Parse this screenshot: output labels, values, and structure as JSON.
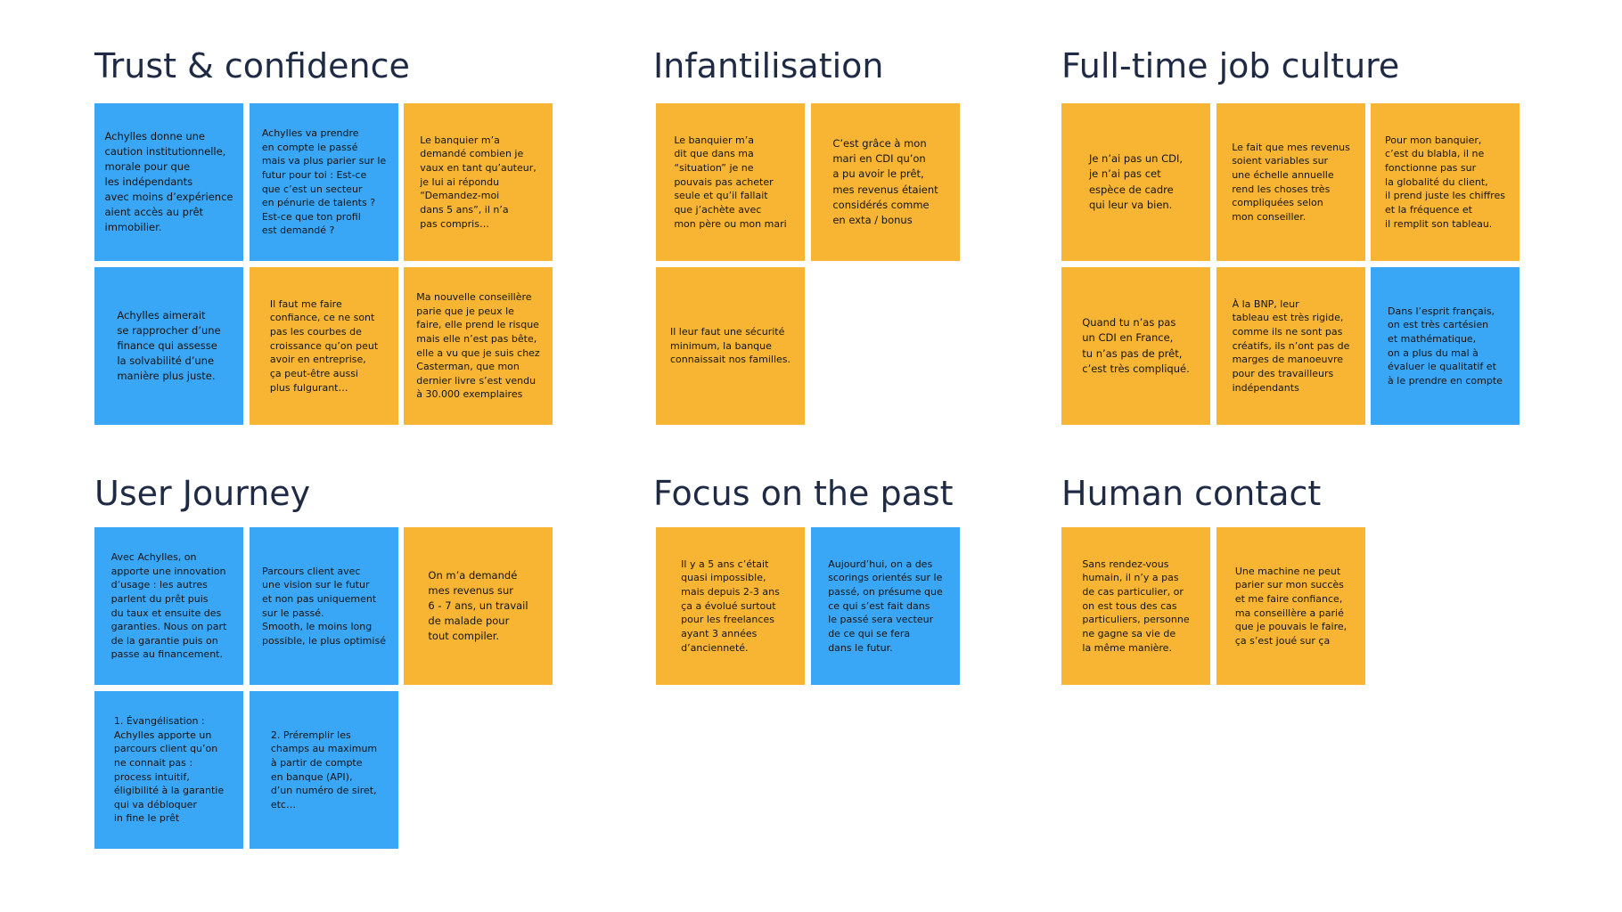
{
  "colors": {
    "orange": "#f8b534",
    "blue": "#3aa6f6",
    "title": "#1f2a44"
  },
  "groups": {
    "trust": {
      "title": "Trust & confidence",
      "notes": [
        "Achylles donne une\ncaution institutionnelle,\nmorale pour que\nles indépendants\navec moins d’expérience\naient accès au prêt\nimmobilier.",
        "Achylles va prendre\nen compte le passé\nmais va plus parier sur le\nfutur pour toi : Est-ce\nque c’est un secteur\nen pénurie de talents ?\nEst-ce que ton profil\nest demandé ?",
        "Le banquier m’a\ndemandé combien je\nvaux en tant qu’auteur,\nje lui ai répondu\n“Demandez-moi\ndans 5 ans”, il n’a\npas compris…",
        "Achylles aimerait\nse rapprocher d’une\nfinance qui assesse\nla solvabilité d’une\nmanière plus juste.",
        "Il faut me faire\nconfiance, ce ne sont\npas les courbes de\ncroissance qu’on peut\navoir en entreprise,\nça peut-être aussi\nplus fulgurant…",
        "Ma nouvelle conseillère\nparie que je peux le\nfaire, elle prend le risque\nmais elle n’est pas bête,\nelle a vu que je suis chez\nCasterman, que mon\ndernier livre s’est vendu\nà 30.000 exemplaires"
      ]
    },
    "infant": {
      "title": "Infantilisation",
      "notes": [
        "Le banquier m’a\ndit que dans ma\n“situation” je ne\npouvais pas acheter\nseule et qu’il fallait\nque j’achète avec\nmon père ou mon mari",
        "C’est grâce à mon\nmari en CDI qu’on\na pu avoir le prêt,\nmes revenus étaient\nconsidérés comme\nen exta / bonus",
        "Il leur faut une sécurité\nminimum, la banque\nconnaissait nos familles."
      ]
    },
    "fulltime": {
      "title": "Full-time job culture",
      "notes": [
        "Je n’ai pas un CDI,\nje n’ai pas cet\nespèce  de cadre\nqui leur  va bien.",
        "Le fait que mes revenus\nsoient variables sur\nune échelle annuelle\nrend les choses très\ncompliquées selon\nmon conseiller.",
        "Pour mon banquier,\nc’est du blabla, il ne\nfonctionne pas sur\nla globalité du client,\nil prend juste les chiffres\net la fréquence et\nil remplit son tableau.",
        "Quand tu n’as pas\nun CDI en France,\ntu n’as pas de prêt,\nc’est très compliqué.",
        "À la BNP, leur\ntableau est très rigide,\ncomme ils ne sont pas\ncréatifs, ils n’ont pas de\nmarges de manoeuvre\npour des travailleurs\nindépendants",
        "Dans l’esprit français,\non est très cartésien\net mathématique,\non a plus du mal à\névaluer le qualitatif et\nà le prendre en compte"
      ]
    },
    "journey": {
      "title": "User Journey",
      "notes": [
        "Avec Achylles, on\napporte une innovation\nd’usage : les autres\nparlent du prêt puis\ndu taux et ensuite des\ngaranties. Nous on part\nde la garantie puis on\npasse au financement.",
        "Parcours client avec\nune vision sur le futur\net non pas uniquement\nsur le passé.\nSmooth, le moins long\npossible, le plus optimisé",
        "On m’a demandé\nmes revenus sur\n6 - 7 ans, un travail\nde malade pour\ntout compiler.",
        "1. Évangélisation :\nAchylles apporte un\nparcours client qu’on\nne connait pas :\nprocess intuitif,\néligibilité à la garantie\nqui va débloquer\nin fine le prêt",
        "2. Préremplir les\nchamps au maximum\nà partir de compte\nen banque (API),\nd’un numéro de siret,\netc…"
      ]
    },
    "past": {
      "title": "Focus on the past",
      "notes": [
        "Il y a 5 ans c’était\nquasi impossible,\nmais depuis 2-3 ans\nça a évolué surtout\npour les freelances\nayant 3 années\nd’ancienneté.",
        "Aujourd’hui, on a des\nscorings orientés sur le\npassé, on présume que\nce qui s’est fait dans\nle passé sera vecteur\nde ce qui se fera\ndans le futur."
      ]
    },
    "human": {
      "title": "Human contact",
      "notes": [
        "Sans rendez-vous\nhumain, il n’y a pas\nde cas particulier, or\non est tous des cas\nparticuliers, personne\nne gagne sa vie de\nla même manière.",
        "Une machine ne peut\nparier sur mon succès\net me faire confiance,\nma conseillère a parié\nque je pouvais le faire,\nça s’est joué sur ça"
      ]
    }
  }
}
